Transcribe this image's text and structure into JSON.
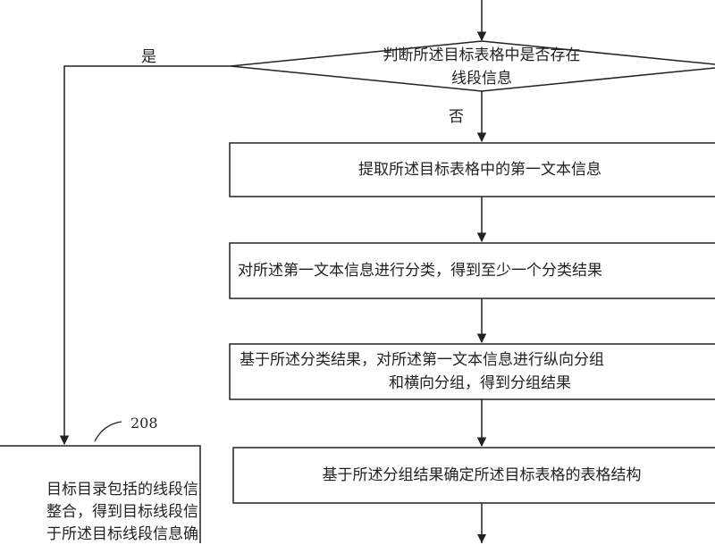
{
  "decision": {
    "line1": "判断所述目标表格中是否存在",
    "line2": "线段信息",
    "yes_label": "是",
    "no_label": "否"
  },
  "steps": [
    {
      "text": "提取所述目标表格中的第一文本信息"
    },
    {
      "text": "对所述第一文本信息进行分类，得到至少一个分类结果"
    },
    {
      "line1": "基于所述分类结果，对所述第一文本信息进行纵向分组",
      "line2": "和横向分组，得到分组结果"
    },
    {
      "text": "基于所述分组结果确定所述目标表格的表格结构"
    }
  ],
  "left_box": {
    "ref": "208",
    "line1": "目标目录包括的线段信",
    "line2": "整合，得到目标线段信",
    "line3": "于所述目标线段信息确"
  }
}
